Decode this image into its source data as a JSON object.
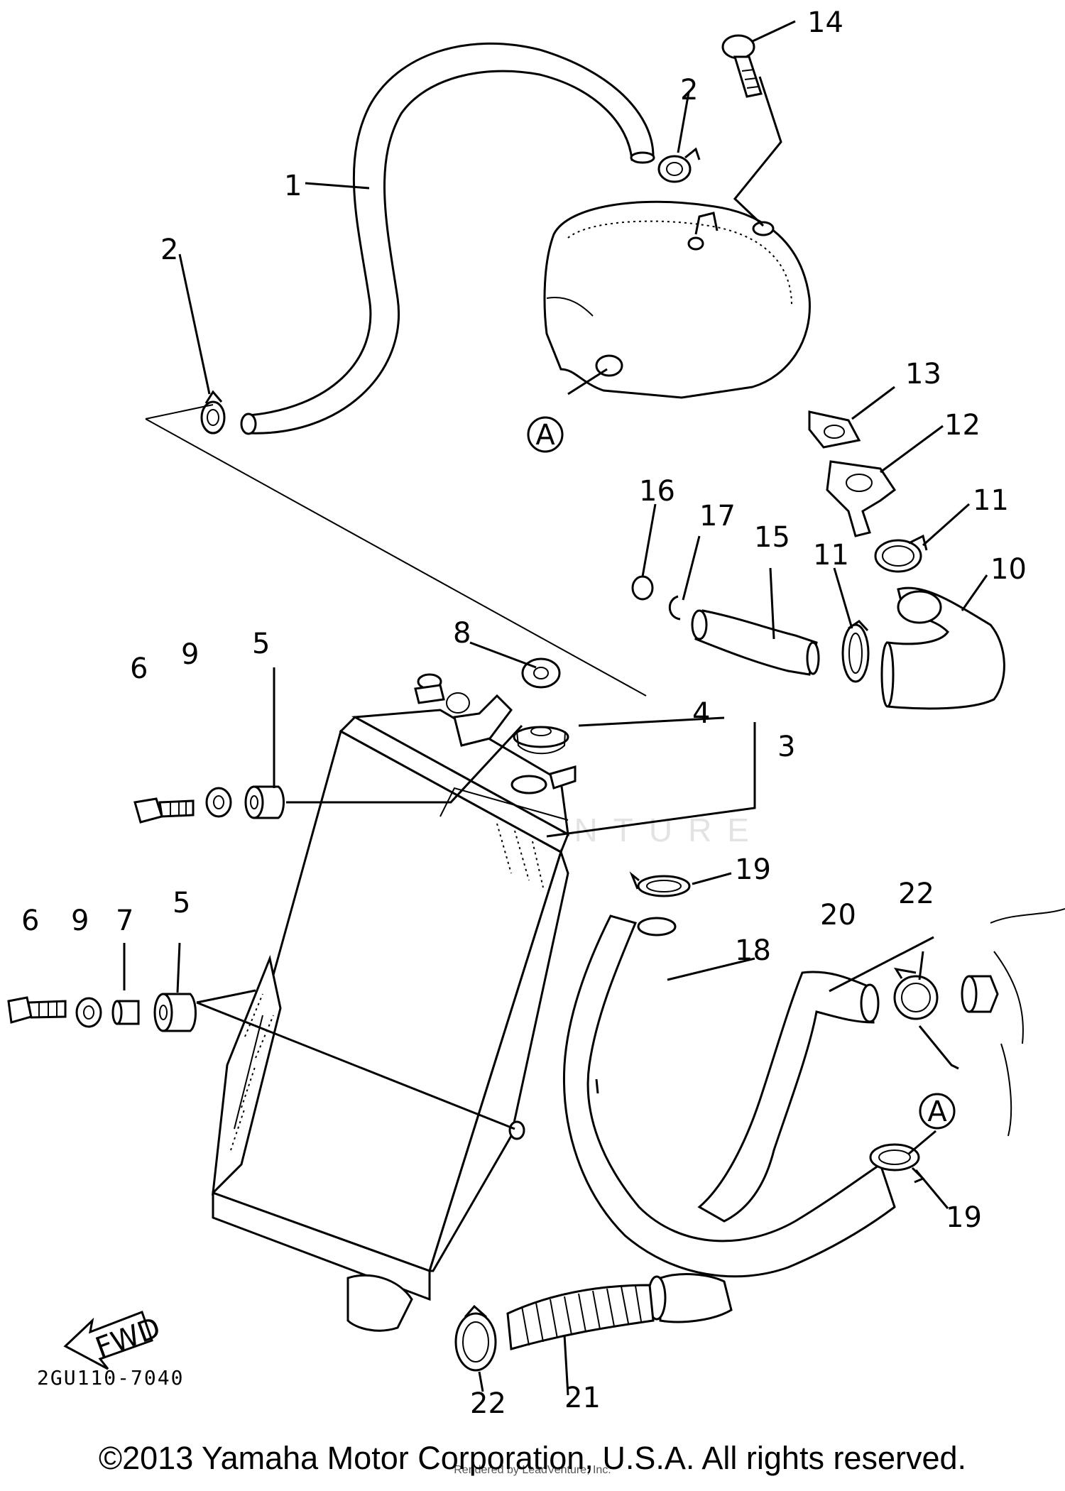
{
  "diagram": {
    "callouts": [
      "1",
      "2",
      "2",
      "14",
      "13",
      "12",
      "11",
      "10",
      "16",
      "17",
      "15",
      "11",
      "8",
      "6",
      "9",
      "5",
      "4",
      "3",
      "19",
      "20",
      "22",
      "18",
      "6",
      "9",
      "7",
      "5",
      "19",
      "22",
      "21"
    ],
    "reference_marks": [
      "A",
      "A"
    ],
    "direction_label": "FWD",
    "diagram_code": "2GU110-7040",
    "watermark": "LEADVENTURE",
    "rendered_by": "Rendered by LeadVenture, Inc."
  },
  "footer": {
    "copyright": "©2013 Yamaha Motor Corporation, U.S.A. All rights reserved."
  }
}
